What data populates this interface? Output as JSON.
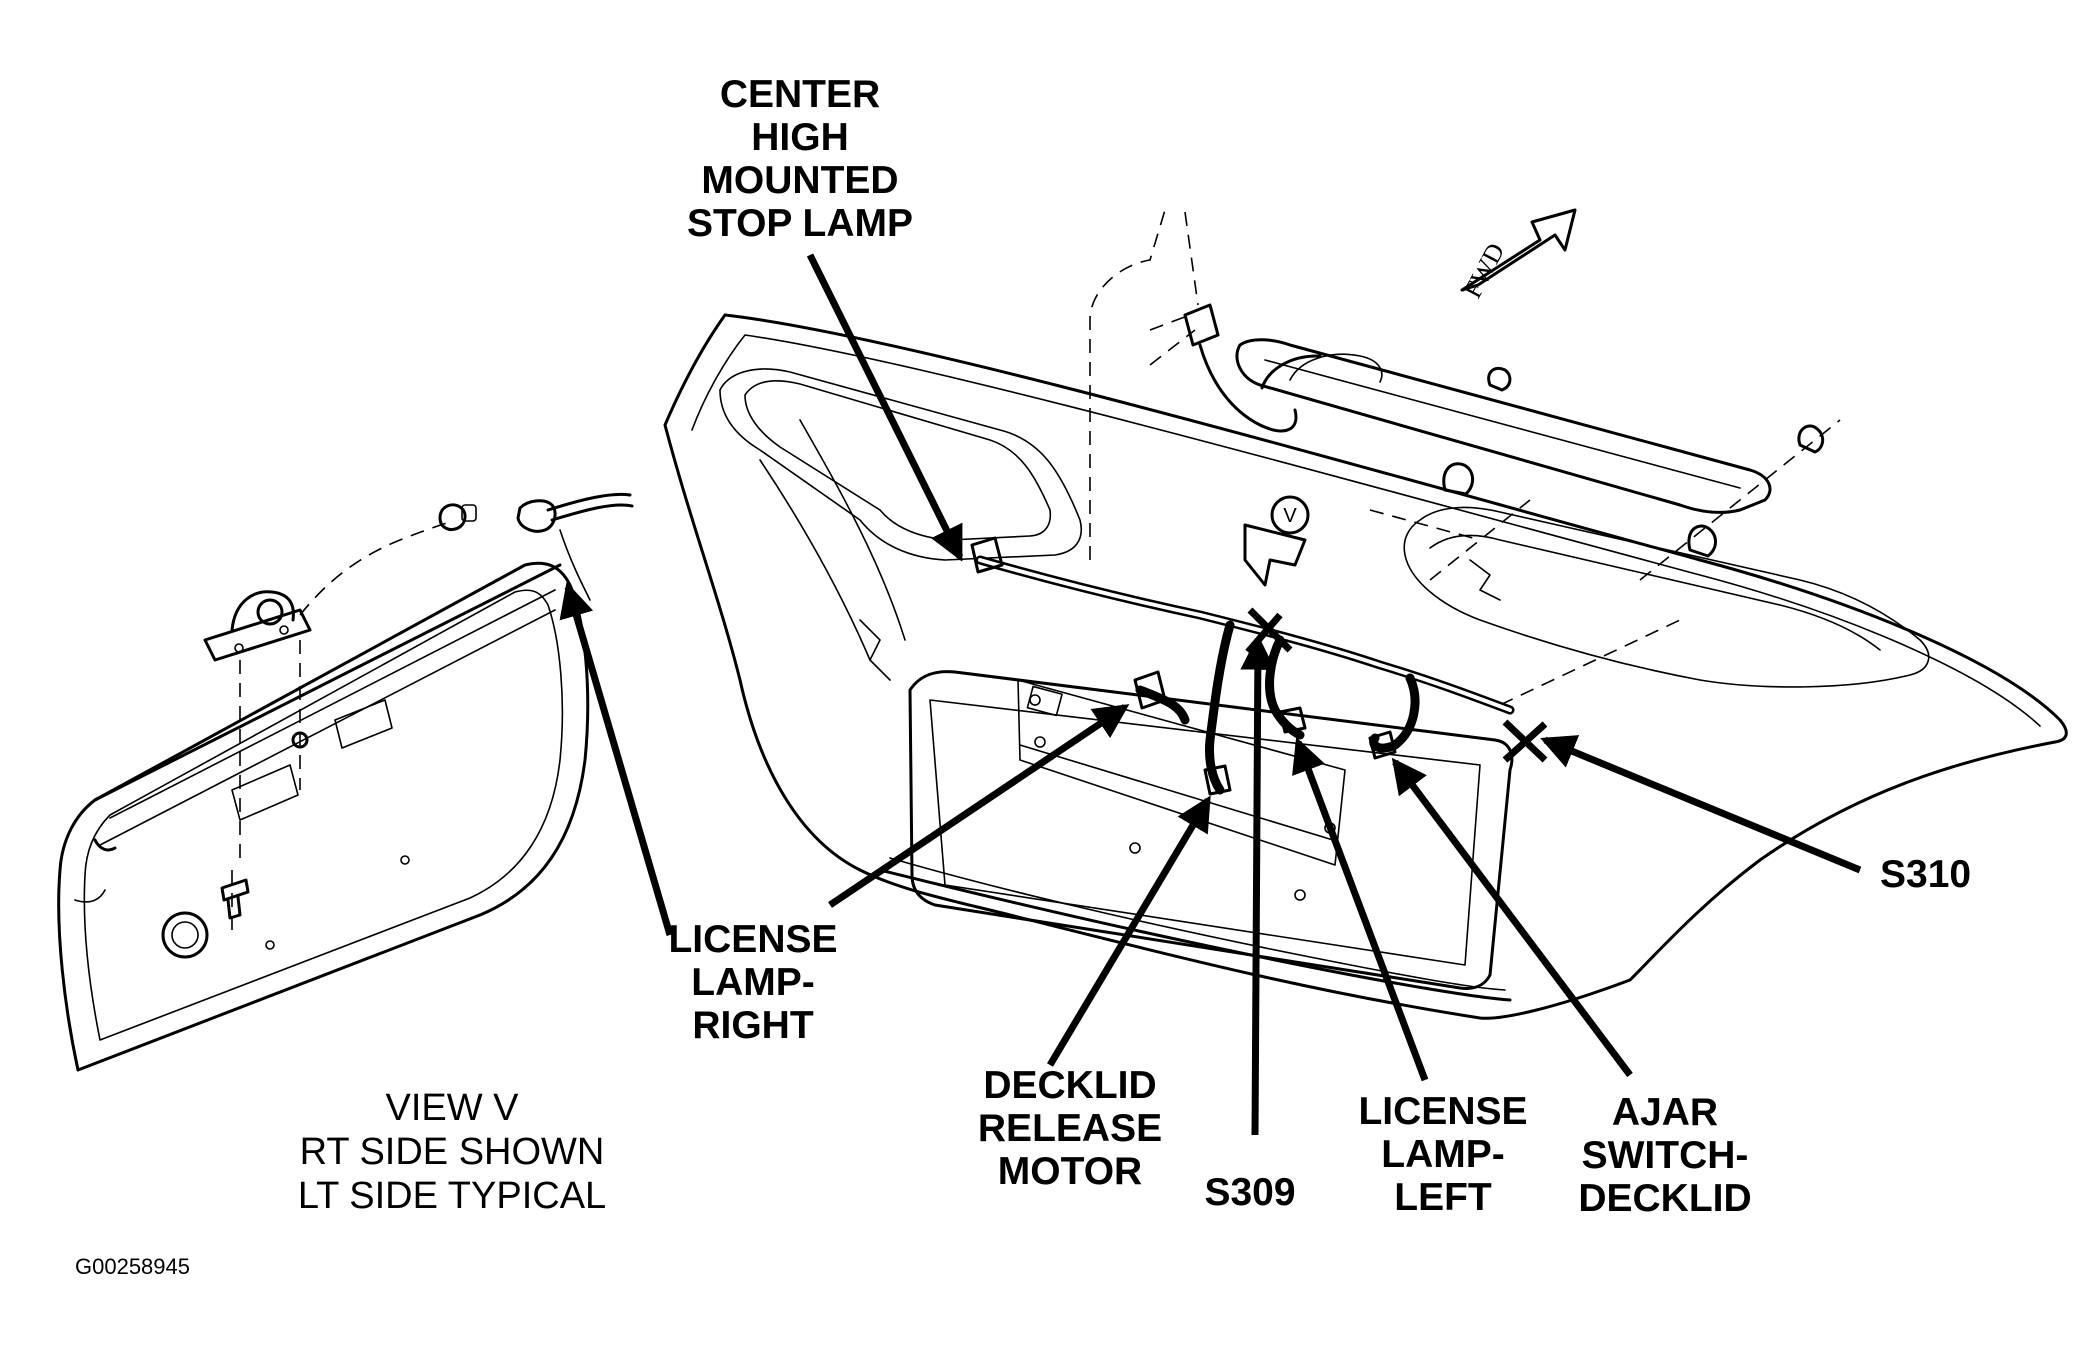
{
  "labels": {
    "chmsl": [
      "CENTER",
      "HIGH",
      "MOUNTED",
      "STOP LAMP"
    ],
    "license_lamp_right": [
      "LICENSE",
      "LAMP-",
      "RIGHT"
    ],
    "decklid_release_motor": [
      "DECKLID",
      "RELEASE",
      "MOTOR"
    ],
    "s309": "S309",
    "license_lamp_left": [
      "LICENSE",
      "LAMP-",
      "LEFT"
    ],
    "ajar_switch_decklid": [
      "AJAR",
      "SWITCH-",
      "DECKLID"
    ],
    "s310": "S310",
    "view_caption": [
      "VIEW V",
      "RT SIDE SHOWN",
      "LT SIDE TYPICAL"
    ],
    "figure_code": "G00258945",
    "fwd_arrow": "FWD",
    "view_marker": "V"
  }
}
